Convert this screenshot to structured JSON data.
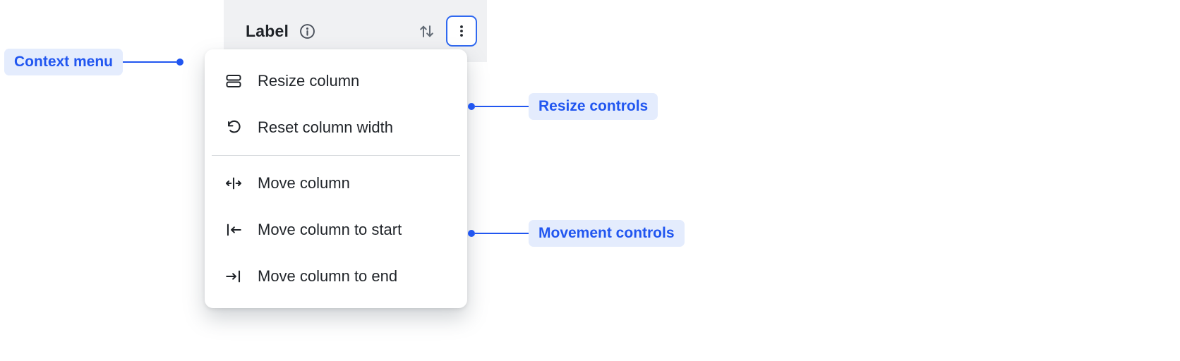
{
  "header": {
    "label": "Label",
    "info_icon": "info-icon",
    "sort_icon": "sort-ascending-descending-icon",
    "menu_button_icon": "kebab-vertical-icon"
  },
  "menu": {
    "items": [
      {
        "label": "Resize column",
        "icon": "resize-column-icon"
      },
      {
        "label": "Reset column width",
        "icon": "reset-column-width-icon"
      },
      {
        "label": "Move column",
        "icon": "move-column-icon"
      },
      {
        "label": "Move column to start",
        "icon": "move-column-to-start-icon"
      },
      {
        "label": "Move column to end",
        "icon": "move-column-to-end-icon"
      }
    ]
  },
  "annotations": {
    "context_menu": {
      "label": "Context menu"
    },
    "resize_controls": {
      "label": "Resize controls"
    },
    "movement_controls": {
      "label": "Movement controls"
    }
  },
  "colors": {
    "annotation_blue": "#2156f0",
    "annotation_pill_bg": "#e4ecfd",
    "header_bg": "#f0f1f3",
    "menu_text": "#1f2328",
    "focus_ring_blue": "#3069f0",
    "muted_icon_gray": "#636c76"
  }
}
